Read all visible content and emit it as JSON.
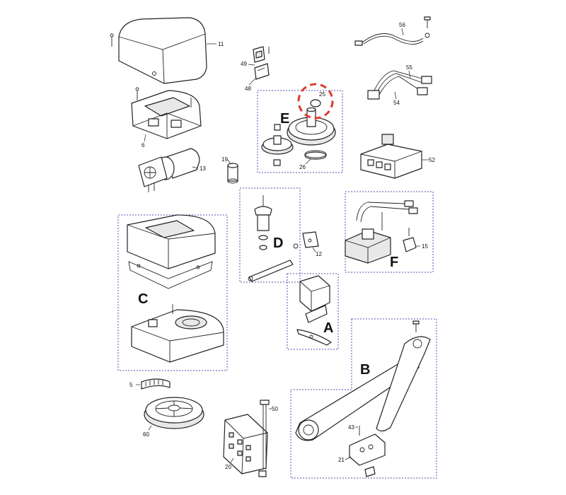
{
  "callouts": {
    "c5": "5",
    "c6": "6",
    "c11": "11",
    "c12": "12",
    "c13": "13",
    "c15": "15",
    "c19": "19",
    "c20": "20",
    "c21": "21",
    "c25": "25",
    "c26": "26",
    "c43": "43",
    "c48": "48",
    "c49": "49",
    "c50": "50",
    "c52": "52",
    "c54": "54",
    "c55": "55",
    "c56": "56",
    "c60": "60"
  },
  "groups": {
    "A": "A",
    "B": "B",
    "C": "C",
    "D": "D",
    "E": "E",
    "F": "F"
  },
  "colors": {
    "group_border": "#4b55b0",
    "highlight": "#e03a2f",
    "line": "#222222"
  }
}
